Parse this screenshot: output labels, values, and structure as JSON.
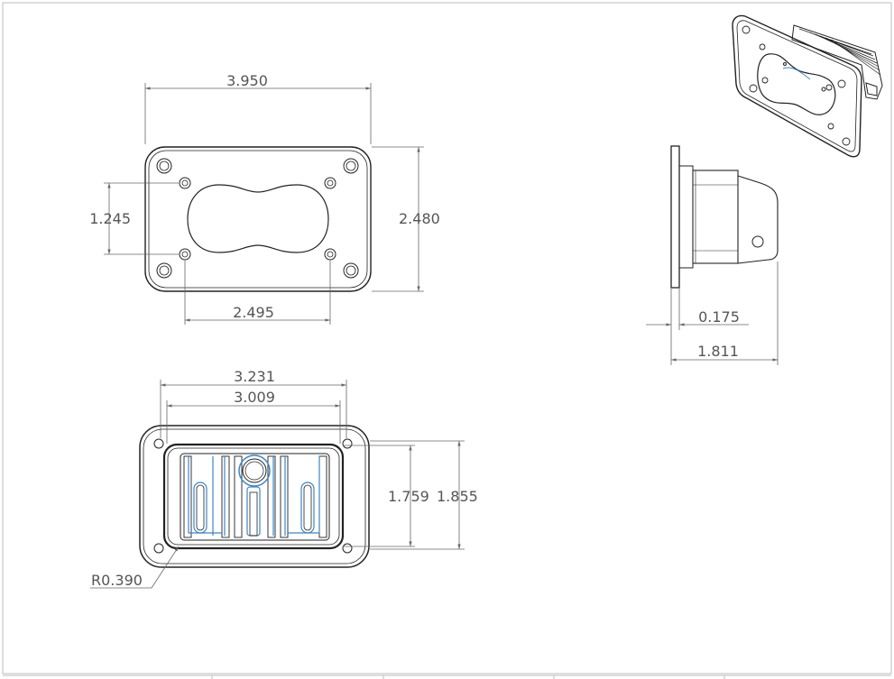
{
  "drawing": {
    "dimensions": {
      "front_width": "3.950",
      "front_height": "2.480",
      "hole_vertical_spacing": "1.245",
      "hole_horizontal_spacing": "2.495",
      "side_flange_thickness": "0.175",
      "side_total_depth": "1.811",
      "rear_outer_width": "3.231",
      "rear_inner_width": "3.009",
      "rear_inner_height": "1.759",
      "rear_outer_height": "1.855",
      "corner_radius": "R0.390"
    }
  }
}
